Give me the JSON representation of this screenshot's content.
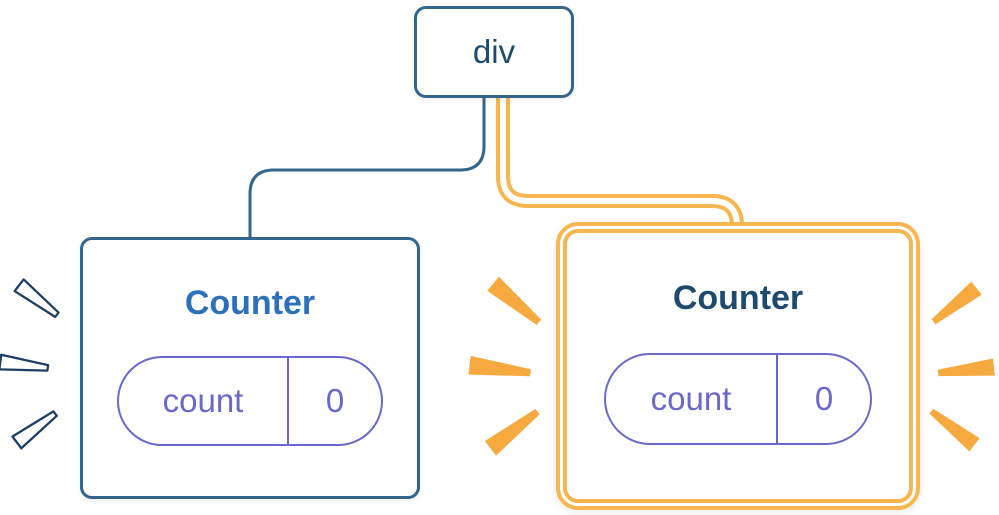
{
  "diagram": {
    "root": {
      "label": "div"
    },
    "children": [
      {
        "label": "Counter",
        "state": {
          "key": "count",
          "value": "0"
        },
        "emphasis": "navy-outline-burst"
      },
      {
        "label": "Counter",
        "state": {
          "key": "count",
          "value": "0"
        },
        "emphasis": "orange-burst-highlight"
      }
    ]
  },
  "colors": {
    "blue_border": "#33658d",
    "blue_label": "#2b6fbd",
    "navy_text": "#1d4a6e",
    "purple": "#6b68cb",
    "orange": "#f7b64f",
    "orange_burst": "#f5a93e",
    "navy_burst": "#1d3f63"
  }
}
